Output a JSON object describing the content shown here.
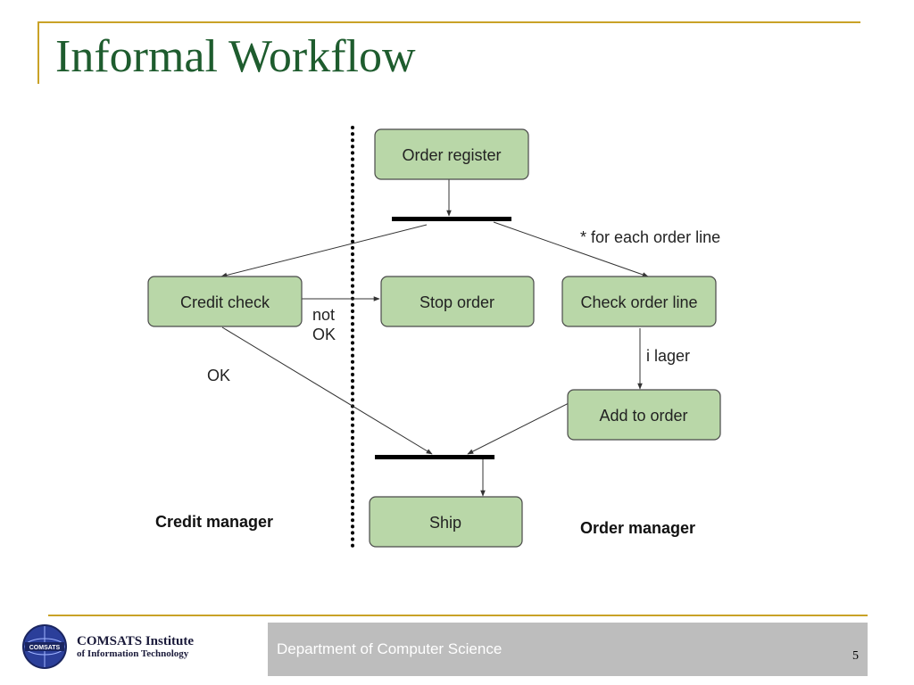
{
  "slide": {
    "title": "Informal Workflow",
    "page_number": "5"
  },
  "diagram": {
    "nodes": {
      "order_register": "Order register",
      "credit_check": "Credit check",
      "stop_order": "Stop order",
      "check_order_line": "Check order line",
      "add_to_order": "Add to order",
      "ship": "Ship"
    },
    "edge_labels": {
      "for_each": "* for each order line",
      "not_ok_line1": "not",
      "not_ok_line2": "OK",
      "ok": "OK",
      "i_lager": "i lager"
    },
    "lanes": {
      "credit": "Credit manager",
      "order": "Order manager"
    }
  },
  "footer": {
    "institute_line1": "COMSATS Institute",
    "institute_line2": "of Information Technology",
    "logo_text": "COMSATS",
    "department": "Department of Computer Science"
  },
  "colors": {
    "title": "#1e5c2e",
    "accent_rule": "#c9a227",
    "node_fill": "#b9d7a8",
    "node_stroke": "#4a4a4a",
    "footer_bar": "#bdbdbd"
  }
}
